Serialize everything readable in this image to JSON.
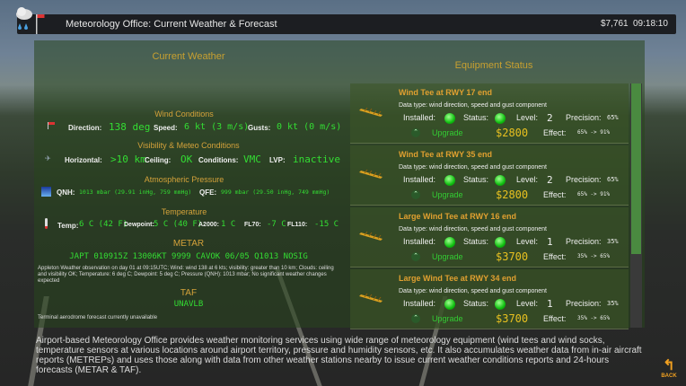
{
  "header": {
    "title": "Meteorology Office: Current Weather & Forecast",
    "money": "$7,761",
    "time": "09:18:10"
  },
  "current": {
    "title": "Current Weather",
    "wind": {
      "heading": "Wind Conditions",
      "direction_label": "Direction:",
      "direction": "138 deg",
      "speed_label": "Speed:",
      "speed": "6 kt (3 m/s)",
      "gusts_label": "Gusts:",
      "gusts": "0 kt (0 m/s)"
    },
    "visibility": {
      "heading": "Visibility & Meteo Conditions",
      "horizontal_label": "Horizontal:",
      "horizontal": ">10 km",
      "ceiling_label": "Ceiling:",
      "ceiling": "OK",
      "conditions_label": "Conditions:",
      "conditions": "VMC",
      "lvp_label": "LVP:",
      "lvp": "inactive"
    },
    "pressure": {
      "heading": "Atmospheric Pressure",
      "qnh_label": "QNH:",
      "qnh": "1013 mbar (29.91 inHg, 759 mmHg)",
      "qfe_label": "QFE:",
      "qfe": "999 mbar (29.50 inHg, 749 mmHg)"
    },
    "temperature": {
      "heading": "Temperature",
      "temp_label": "Temp:",
      "temp": "6 C (42 F)",
      "dewpoint_label": "Dewpoint:",
      "dewpoint": "5 C (40 F)",
      "a2000_label": "A2000:",
      "a2000": "1 C",
      "fl70_label": "FL70:",
      "fl70": "-7 C",
      "fl110_label": "FL110:",
      "fl110": "-15 C"
    },
    "metar": {
      "heading": "METAR",
      "code": "JAPT 010915Z 13006KT 9999 CAVOK 06/05 Q1013 NOSIG",
      "decoded": "Appleton Weather observation on day 01 at 09:15UTC; Wind: wind 138 at 6 kts; visibility: greater than 10 km; Clouds: ceiling and visibility OK; Temperature: 6 deg C; Dewpoint: 5 deg C; Pressure (QNH): 1013 mbar; No significant weather changes expected"
    },
    "taf": {
      "heading": "TAF",
      "code": "UNAVLB",
      "decoded": "Terminal aerodrome forecast currently unavailable"
    }
  },
  "equipment": {
    "title": "Equipment Status",
    "labels": {
      "installed": "Installed:",
      "status": "Status:",
      "level": "Level:",
      "precision": "Precision:",
      "upgrade": "Upgrade",
      "effect": "Effect:"
    },
    "items": [
      {
        "name": "Wind Tee at RWY 17 end",
        "desc": "Data type: wind direction, speed and gust component",
        "level": "2",
        "precision": "65%",
        "price": "$2800",
        "effect": "65% -> 91%"
      },
      {
        "name": "Wind Tee at RWY 35 end",
        "desc": "Data type: wind direction, speed and gust component",
        "level": "2",
        "precision": "65%",
        "price": "$2800",
        "effect": "65% -> 91%"
      },
      {
        "name": "Large Wind Tee at RWY 16 end",
        "desc": "Data type: wind direction, speed and gust component",
        "level": "1",
        "precision": "35%",
        "price": "$3700",
        "effect": "35% -> 65%"
      },
      {
        "name": "Large Wind Tee at RWY 34 end",
        "desc": "Data type: wind direction, speed and gust component",
        "level": "1",
        "precision": "35%",
        "price": "$3700",
        "effect": "35% -> 65%"
      }
    ]
  },
  "footer": "Airport-based Meteorology Office provides weather monitoring services using wide range of meteorology equipment (wind tees and wind socks, temperature sensors at various locations around airport territory, pressure and humidity sensors, etc. It also accumulates weather data from in-air aircraft reports (METREPs) and uses those along with data from other weather stations nearby to issue current weather conditions reports and 24-hours forecasts (METAR & TAF).",
  "back_label": "BACK"
}
